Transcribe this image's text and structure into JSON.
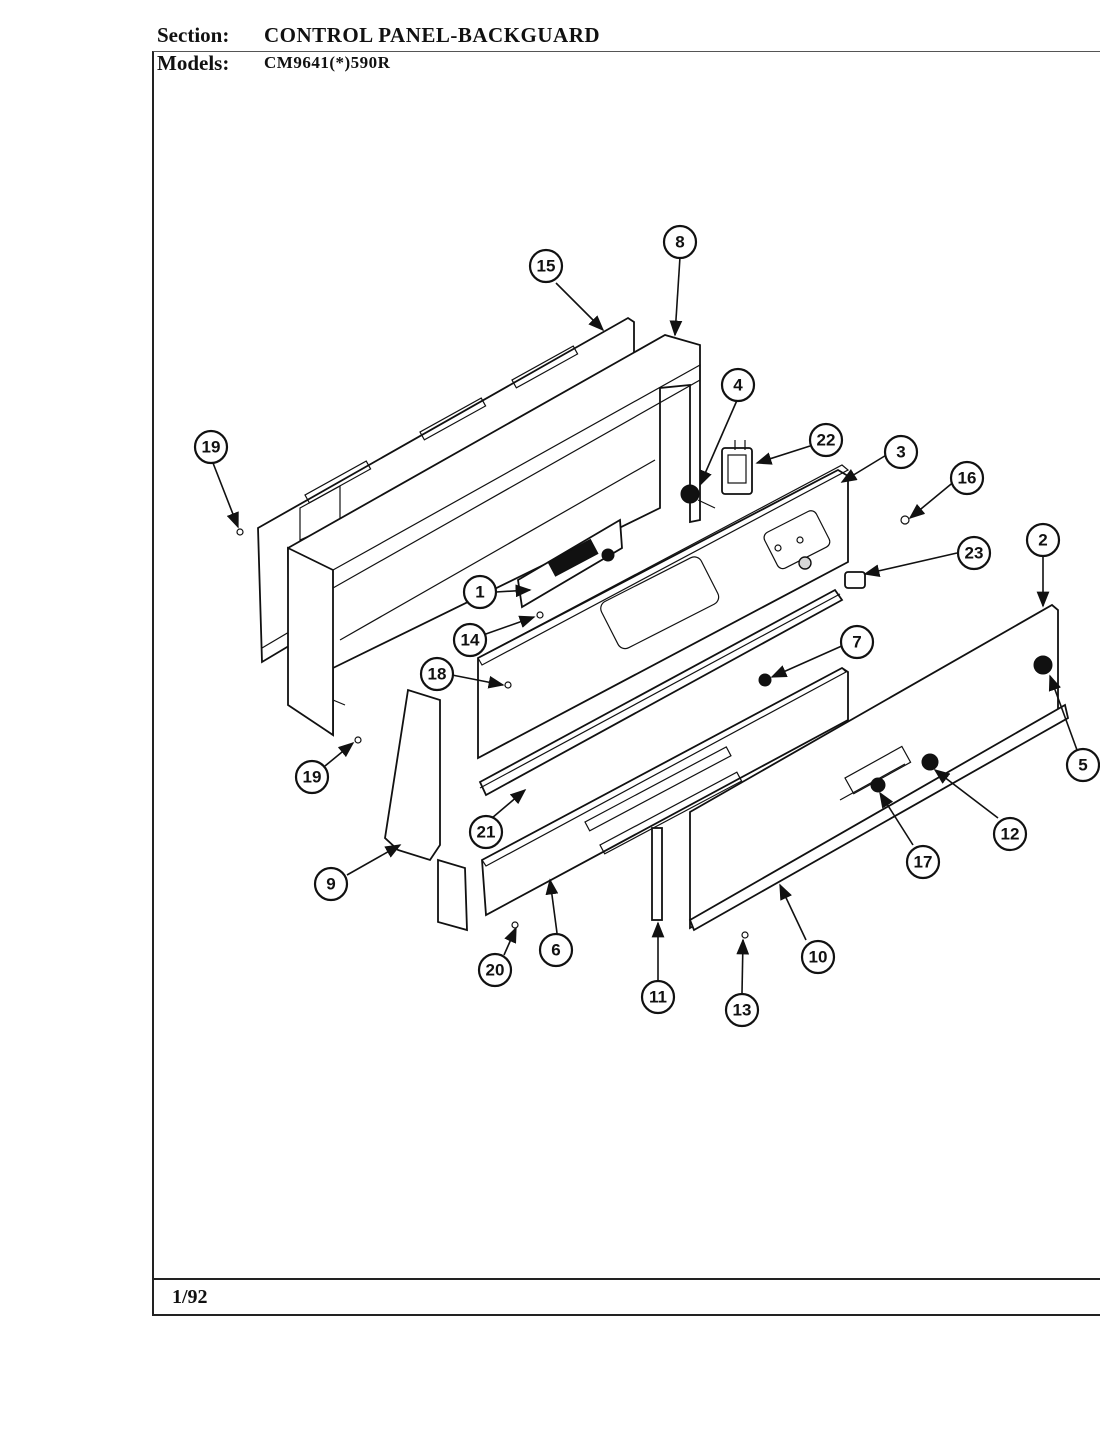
{
  "header": {
    "section_label": "Section:",
    "section_value": "CONTROL PANEL-BACKGUARD",
    "models_label": "Models:",
    "models_value": "CM9641(*)590R"
  },
  "footer": {
    "date": "1/92"
  },
  "callouts": [
    "1",
    "2",
    "3",
    "4",
    "5",
    "6",
    "7",
    "8",
    "9",
    "10",
    "11",
    "12",
    "13",
    "14",
    "15",
    "16",
    "17",
    "18",
    "19",
    "20",
    "21",
    "22",
    "23"
  ]
}
